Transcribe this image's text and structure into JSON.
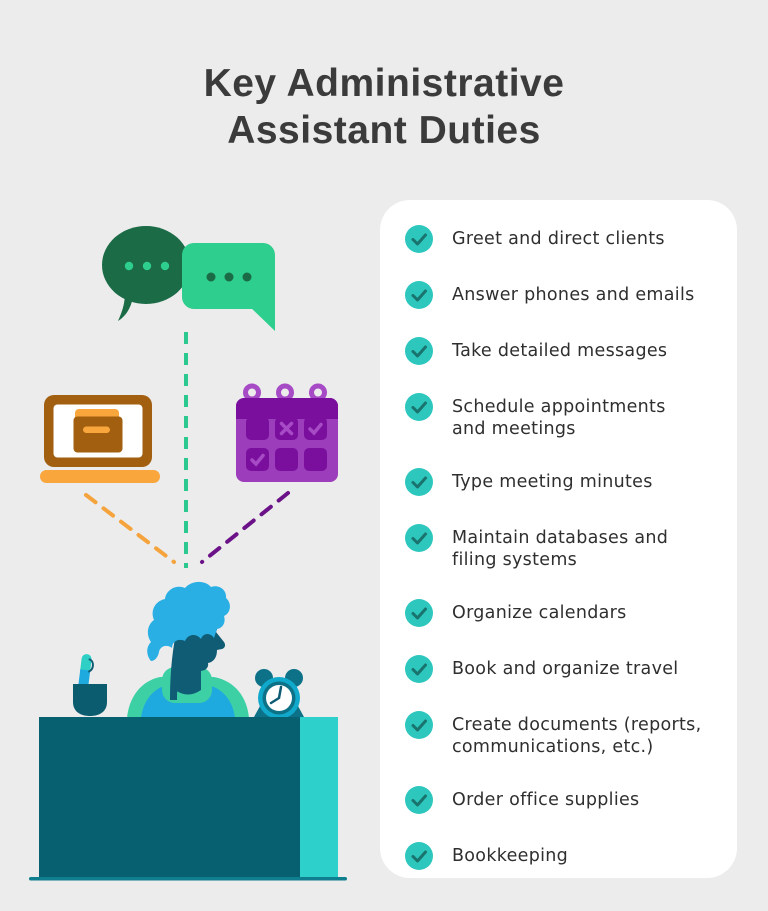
{
  "title": {
    "line1": "Key Administrative",
    "line2": "Assistant Duties"
  },
  "checklist": {
    "items": [
      {
        "text": "Greet and direct clients"
      },
      {
        "text": "Answer phones and emails"
      },
      {
        "text": "Take detailed messages"
      },
      {
        "text": "Schedule appointments\nand meetings"
      },
      {
        "text": "Type meeting minutes"
      },
      {
        "text": "Maintain databases and\nfiling systems"
      },
      {
        "text": "Organize calendars"
      },
      {
        "text": "Book and organize travel"
      },
      {
        "text": "Create documents (reports,\ncommunications, etc.)"
      },
      {
        "text": "Order office supplies"
      },
      {
        "text": "Bookkeeping"
      }
    ]
  },
  "illustration": {
    "icons": [
      "speech-bubbles-icon",
      "laptop-folder-icon",
      "calendar-icon",
      "pen-cup-icon",
      "receptionist-figure",
      "alarm-clock-icon",
      "desk"
    ]
  },
  "colors": {
    "background": "#ECECEC",
    "card": "#FFFFFF",
    "title_text": "#3B3B3B",
    "list_text": "#2F2F2F",
    "check_circle": "#2DC7BE",
    "check_mark": "#1A746E",
    "bubble_dark_green": "#1A6B46",
    "bubble_light_green": "#2ECE8E",
    "dash_green": "#2BC98F",
    "dash_orange": "#F5A33C",
    "dash_purple": "#6B1288",
    "laptop_dark_orange": "#A15F0F",
    "laptop_light_orange": "#F9A63D",
    "calendar_purple": "#9C3DBB",
    "calendar_dark_purple": "#7A0F9D",
    "calendar_ring_purple": "#A64AC5",
    "desk_teal": "#066070",
    "desk_accent": "#2ED0CB",
    "desk_baseline": "#0F7E8E",
    "hair_blue": "#2AAFE5",
    "face_dark_teal": "#0F5C74",
    "shirt_blue": "#1EA9DF",
    "shirt_green": "#3ED0A5",
    "clock_cyan": "#10A9CB",
    "clock_dark": "#0D7187"
  }
}
